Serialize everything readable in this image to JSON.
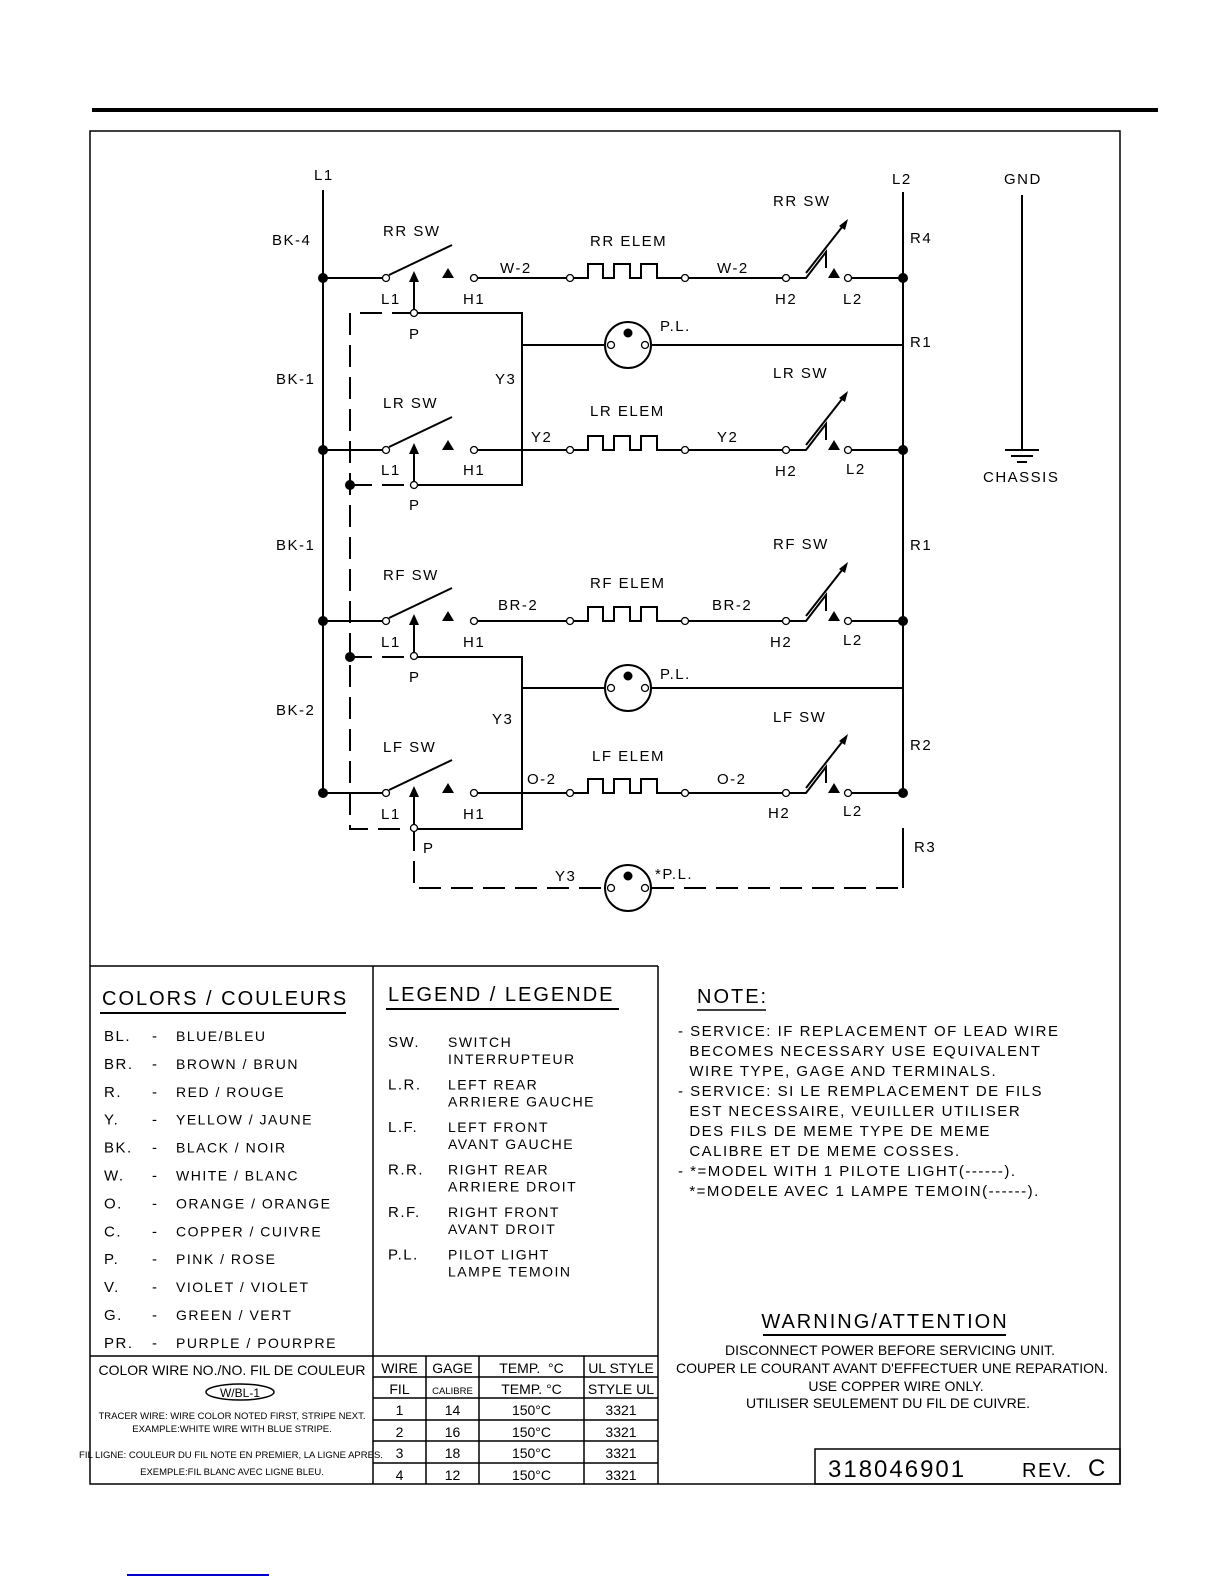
{
  "diagram": {
    "l1": "L1",
    "l2": "L2",
    "gnd": "GND",
    "chassis": "CHASSIS",
    "bus_left": [
      "BK-4",
      "BK-1",
      "BK-1",
      "BK-2"
    ],
    "bus_right": [
      "R4",
      "R1",
      "R1",
      "R2",
      "R3"
    ],
    "rows": [
      {
        "switch": "RR SW",
        "elem": "RR ELEM",
        "wire_in": "W-2",
        "wire_out": "W-2",
        "thermo": "RR SW"
      },
      {
        "switch": "LR SW",
        "elem": "LR ELEM",
        "wire_in": "Y2",
        "wire_out": "Y2",
        "thermo": "LR SW"
      },
      {
        "switch": "RF SW",
        "elem": "RF ELEM",
        "wire_in": "BR-2",
        "wire_out": "BR-2",
        "thermo": "RF SW"
      },
      {
        "switch": "LF SW",
        "elem": "LF ELEM",
        "wire_in": "O-2",
        "wire_out": "O-2",
        "thermo": "LF SW"
      }
    ],
    "terminals": {
      "l1": "L1",
      "h1": "H1",
      "h2": "H2",
      "l2": "L2",
      "p": "P"
    },
    "y3": "Y3",
    "pilot": "P.L.",
    "pilot_optional": "*P.L."
  },
  "colors": {
    "title": "COLORS / COULEURS",
    "items": [
      {
        "code": "BL.",
        "name": "BLUE/BLEU"
      },
      {
        "code": "BR.",
        "name": "BROWN / BRUN"
      },
      {
        "code": "R.",
        "name": "RED / ROUGE"
      },
      {
        "code": "Y.",
        "name": "YELLOW / JAUNE"
      },
      {
        "code": "BK.",
        "name": "BLACK / NOIR"
      },
      {
        "code": "W.",
        "name": "WHITE / BLANC"
      },
      {
        "code": "O.",
        "name": "ORANGE / ORANGE"
      },
      {
        "code": "C.",
        "name": "COPPER / CUIVRE"
      },
      {
        "code": "P.",
        "name": "PINK / ROSE"
      },
      {
        "code": "V.",
        "name": "VIOLET / VIOLET"
      },
      {
        "code": "G.",
        "name": "GREEN / VERT"
      },
      {
        "code": "PR.",
        "name": "PURPLE / POURPRE"
      }
    ]
  },
  "legend": {
    "title": "LEGEND / LEGENDE",
    "items": [
      {
        "code": "SW.",
        "en": "SWITCH",
        "fr": "INTERRUPTEUR"
      },
      {
        "code": "L.R.",
        "en": "LEFT REAR",
        "fr": "ARRIERE GAUCHE"
      },
      {
        "code": "L.F.",
        "en": "LEFT FRONT",
        "fr": "AVANT GAUCHE"
      },
      {
        "code": "R.R.",
        "en": "RIGHT REAR",
        "fr": "ARRIERE DROIT"
      },
      {
        "code": "R.F.",
        "en": "RIGHT FRONT",
        "fr": "AVANT DROIT"
      },
      {
        "code": "P.L.",
        "en": "PILOT LIGHT",
        "fr": "LAMPE TEMOIN"
      }
    ]
  },
  "note": {
    "title": "NOTE:",
    "lines": [
      "- SERVICE: IF REPLACEMENT OF LEAD WIRE",
      "  BECOMES NECESSARY USE EQUIVALENT",
      "  WIRE TYPE, GAGE AND TERMINALS.",
      "- SERVICE: SI LE REMPLACEMENT DE FILS",
      "  EST NECESSAIRE, VEUILLER UTILISER",
      "  DES FILS DE MEME TYPE DE MEME",
      "  CALIBRE ET DE MEME COSSES.",
      "- *=MODEL WITH 1 PILOTE LIGHT(------).",
      "  *=MODELE AVEC 1 LAMPE TEMOIN(------)."
    ]
  },
  "warning": {
    "title": "WARNING/ATTENTION",
    "lines": [
      "DISCONNECT POWER BEFORE SERVICING UNIT.",
      "COUPER LE COURANT AVANT D'EFFECTUER UNE REPARATION.",
      "USE COPPER WIRE ONLY.",
      "UTILISER SEULEMENT DU FIL DE CUIVRE."
    ]
  },
  "color_wire": {
    "title": "COLOR WIRE NO./NO. FIL DE COULEUR",
    "example": "W/BL-1",
    "lines": [
      "TRACER WIRE: WIRE COLOR NOTED FIRST, STRIPE NEXT.",
      "EXAMPLE:WHITE WIRE WITH BLUE STRIPE.",
      "FIL LIGNE: COULEUR DU FIL NOTE EN PREMIER, LA LIGNE APRES.",
      "EXEMPLE:FIL BLANC AVEC LIGNE BLEU."
    ]
  },
  "wire_table": {
    "headers": [
      "WIRE",
      "GAGE",
      "TEMP.  °C",
      "UL STYLE"
    ],
    "headers_fr": [
      "FIL",
      "CALIBRE",
      "TEMP. °C",
      "STYLE UL"
    ],
    "rows": [
      [
        "1",
        "14",
        "150°C",
        "3321"
      ],
      [
        "2",
        "16",
        "150°C",
        "3321"
      ],
      [
        "3",
        "18",
        "150°C",
        "3321"
      ],
      [
        "4",
        "12",
        "150°C",
        "3321"
      ]
    ]
  },
  "part": {
    "number": "318046901",
    "rev_label": "REV.",
    "rev": "C"
  }
}
